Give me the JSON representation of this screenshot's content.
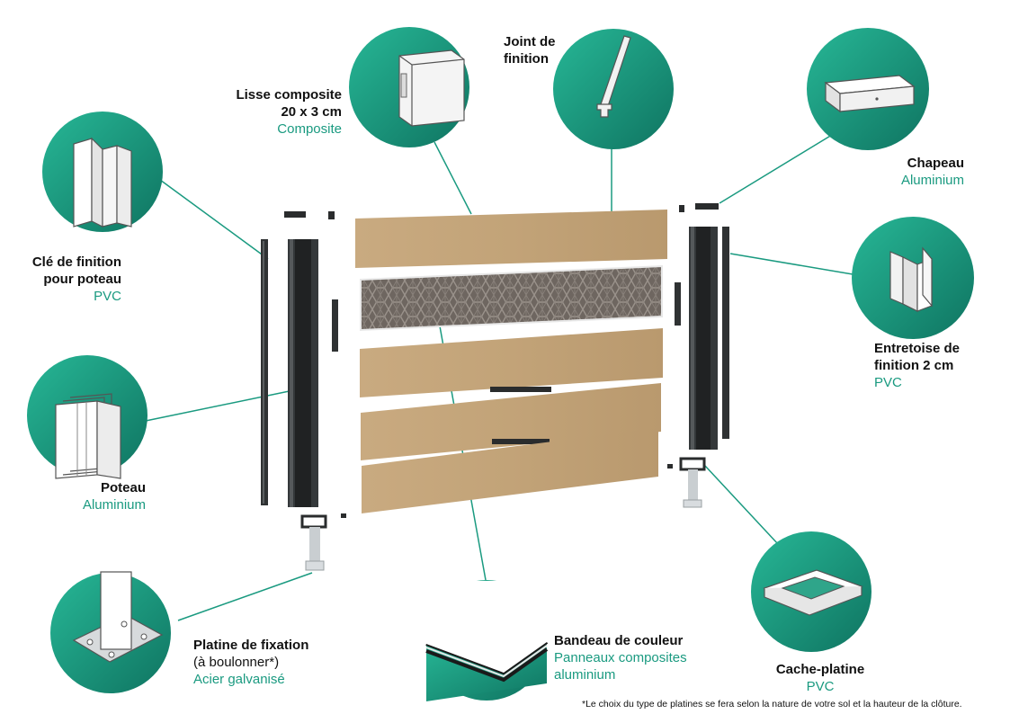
{
  "components": [
    {
      "id": "lisse",
      "name_line1": "Lisse composite",
      "name_line2": "20 x 3 cm",
      "material": "Composite",
      "icon": "composite-board-icon"
    },
    {
      "id": "joint",
      "name_line1": "Joint de",
      "name_line2": "finition",
      "icon": "finishing-joint-icon"
    },
    {
      "id": "chapeau",
      "name_line1": "Chapeau",
      "material": "Aluminium",
      "icon": "post-cap-icon"
    },
    {
      "id": "cle",
      "name_line1": "Clé de finition",
      "name_line2": "pour poteau",
      "material": "PVC",
      "icon": "post-finishing-key-icon"
    },
    {
      "id": "entretoise",
      "name_line1": "Entretoise de",
      "name_line2": "finition 2 cm",
      "material": "PVC",
      "icon": "spacer-icon"
    },
    {
      "id": "poteau",
      "name_line1": "Poteau",
      "material": "Aluminium",
      "icon": "post-profile-icon"
    },
    {
      "id": "platine",
      "name_line1": "Platine de fixation",
      "note": "(à boulonner*)",
      "material": "Acier galvanisé",
      "icon": "base-plate-icon"
    },
    {
      "id": "bandeau",
      "name_line1": "Bandeau de couleur",
      "material_line1": "Panneaux composites",
      "material_line2": "aluminium",
      "icon": "composite-panel-icon"
    },
    {
      "id": "cache",
      "name_line1": "Cache-platine",
      "material": "PVC",
      "icon": "plate-cover-icon"
    }
  ],
  "footnote": "*Le choix du type de platines se fera selon la nature de votre sol et la hauteur de la clôture.",
  "colors": {
    "accent": "#1a9a80",
    "circle_dark": "#127a66",
    "circle_light": "#26b594",
    "wood": "#c4a57c",
    "wood_dark": "#a88a60",
    "post": "#3a3d3e",
    "label_text": "#111111"
  }
}
